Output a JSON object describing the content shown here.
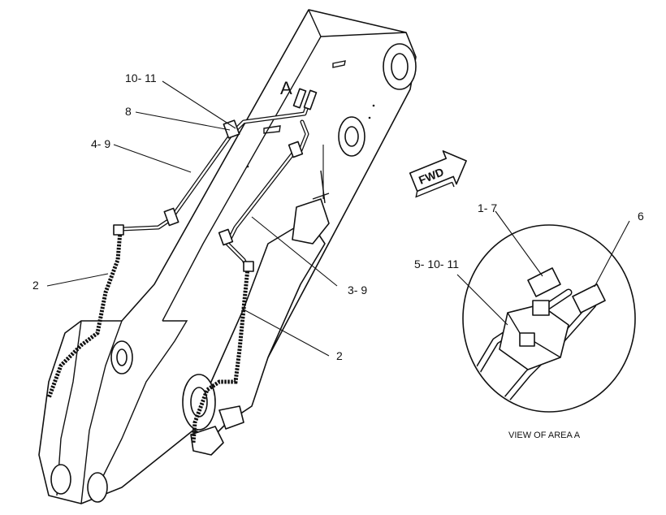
{
  "callouts": {
    "c10_11": "10- 11",
    "c8": "8",
    "c4_9": "4- 9",
    "cA": "A",
    "c2_left": "2",
    "c3_9": "3- 9",
    "c2_right": "2",
    "c1_7": "1- 7",
    "c6": "6",
    "c5_10_11": "5- 10- 11"
  },
  "direction_arrow": {
    "label": "FWD"
  },
  "detail_view": {
    "caption": "VIEW OF AREA A"
  },
  "icons": [
    "fwd-direction-arrow-icon"
  ]
}
